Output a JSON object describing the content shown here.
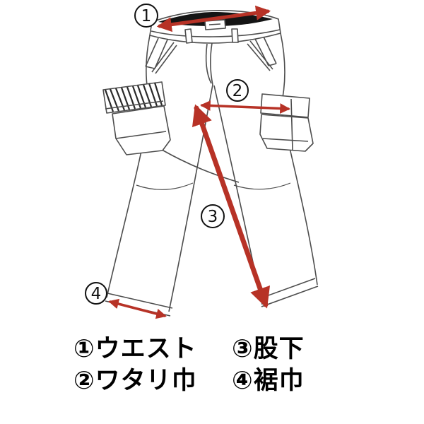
{
  "colors": {
    "arrow": "#b73226",
    "outline": "#4d4d4d",
    "waistband_interior": "#141414",
    "text": "#000000"
  },
  "diagram": {
    "subject": "pants-measurement-diagram",
    "badge_numbers": [
      "1",
      "2",
      "3",
      "4"
    ]
  },
  "legend": {
    "items": [
      {
        "num": "①",
        "label": "ウエスト"
      },
      {
        "num": "③",
        "label": "股下"
      },
      {
        "num": "②",
        "label": "ワタリ巾"
      },
      {
        "num": "④",
        "label": "裾巾"
      }
    ]
  }
}
